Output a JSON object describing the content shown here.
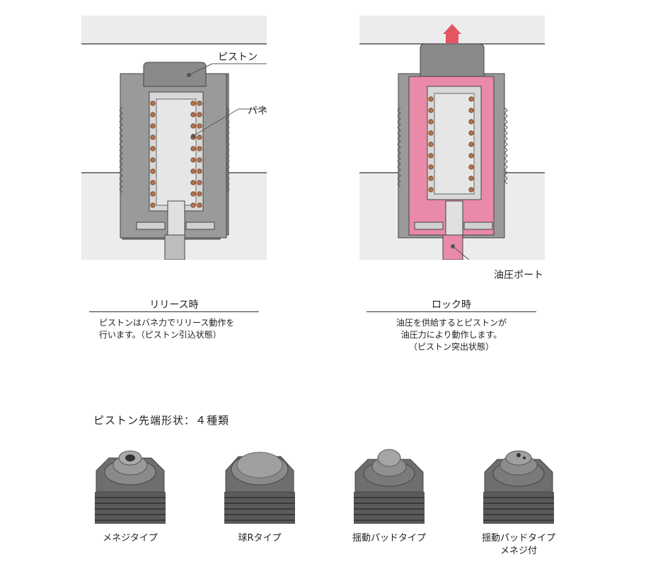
{
  "diagram": {
    "callouts": {
      "piston": "ピストン",
      "spring": "バネ",
      "oil_port": "油圧ポート"
    },
    "release": {
      "heading": "リリース時",
      "desc_line1": "ピストンはバネ力でリリース動作を",
      "desc_line2": "行います。（ピストン引込状態）"
    },
    "lock": {
      "heading": "ロック時",
      "desc_line1": "油圧を供給するとピストンが",
      "desc_line2": "油圧力により動作します。",
      "desc_line3": "（ピストン突出状態）"
    }
  },
  "shapes": {
    "title": "ピストン先端形状：４種類",
    "items": [
      {
        "label": "メネジタイプ",
        "sub": ""
      },
      {
        "label": "球Rタイプ",
        "sub": ""
      },
      {
        "label": "揺動パッドタイプ",
        "sub": ""
      },
      {
        "label": "揺動パッドタイプ",
        "sub": "メネジ付"
      }
    ]
  },
  "colors": {
    "body_gray": "#8a8a8a",
    "inner_gray": "#d8d8d8",
    "oil_pink": "#e98aa8",
    "spring_brown": "#b8734a",
    "arrow_red": "#e55560"
  }
}
